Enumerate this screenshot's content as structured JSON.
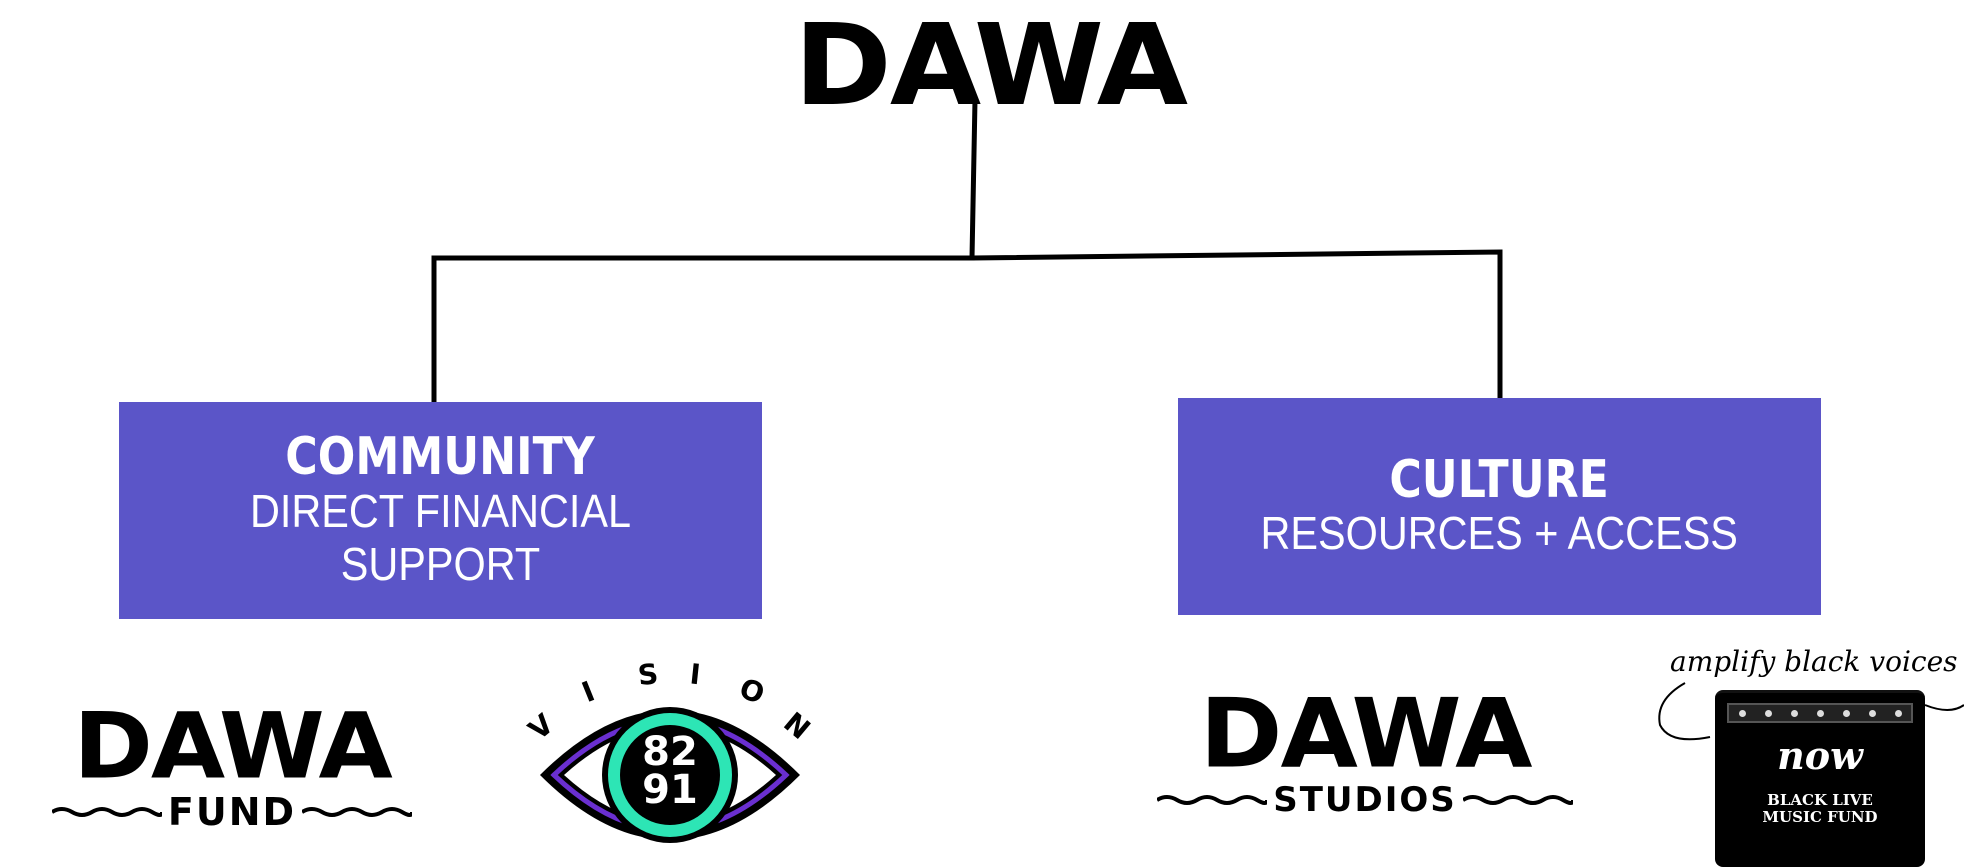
{
  "main_logo": {
    "text": "DAWA"
  },
  "community": {
    "title": "COMMUNITY",
    "subtitle": "DIRECT FINANCIAL SUPPORT"
  },
  "culture": {
    "title": "CULTURE",
    "subtitle": "RESOURCES + ACCESS"
  },
  "logos": {
    "dawa_fund": {
      "main": "DAWA",
      "sub": "FUND"
    },
    "vision": {
      "word": [
        "V",
        "I",
        "S",
        "I",
        "O",
        "N"
      ],
      "number_top": "82",
      "number_bottom": "91"
    },
    "dawa_studios": {
      "main": "DAWA",
      "sub": "STUDIOS"
    },
    "black_live_music": {
      "script": "amplify black voices",
      "now": "now",
      "fund_line1": "BLACK LIVE",
      "fund_line2": "MUSIC FUND"
    }
  },
  "colors": {
    "box": "#5b55c8",
    "vision_teal": "#2de5b5",
    "vision_purple": "#6a2fd0"
  }
}
